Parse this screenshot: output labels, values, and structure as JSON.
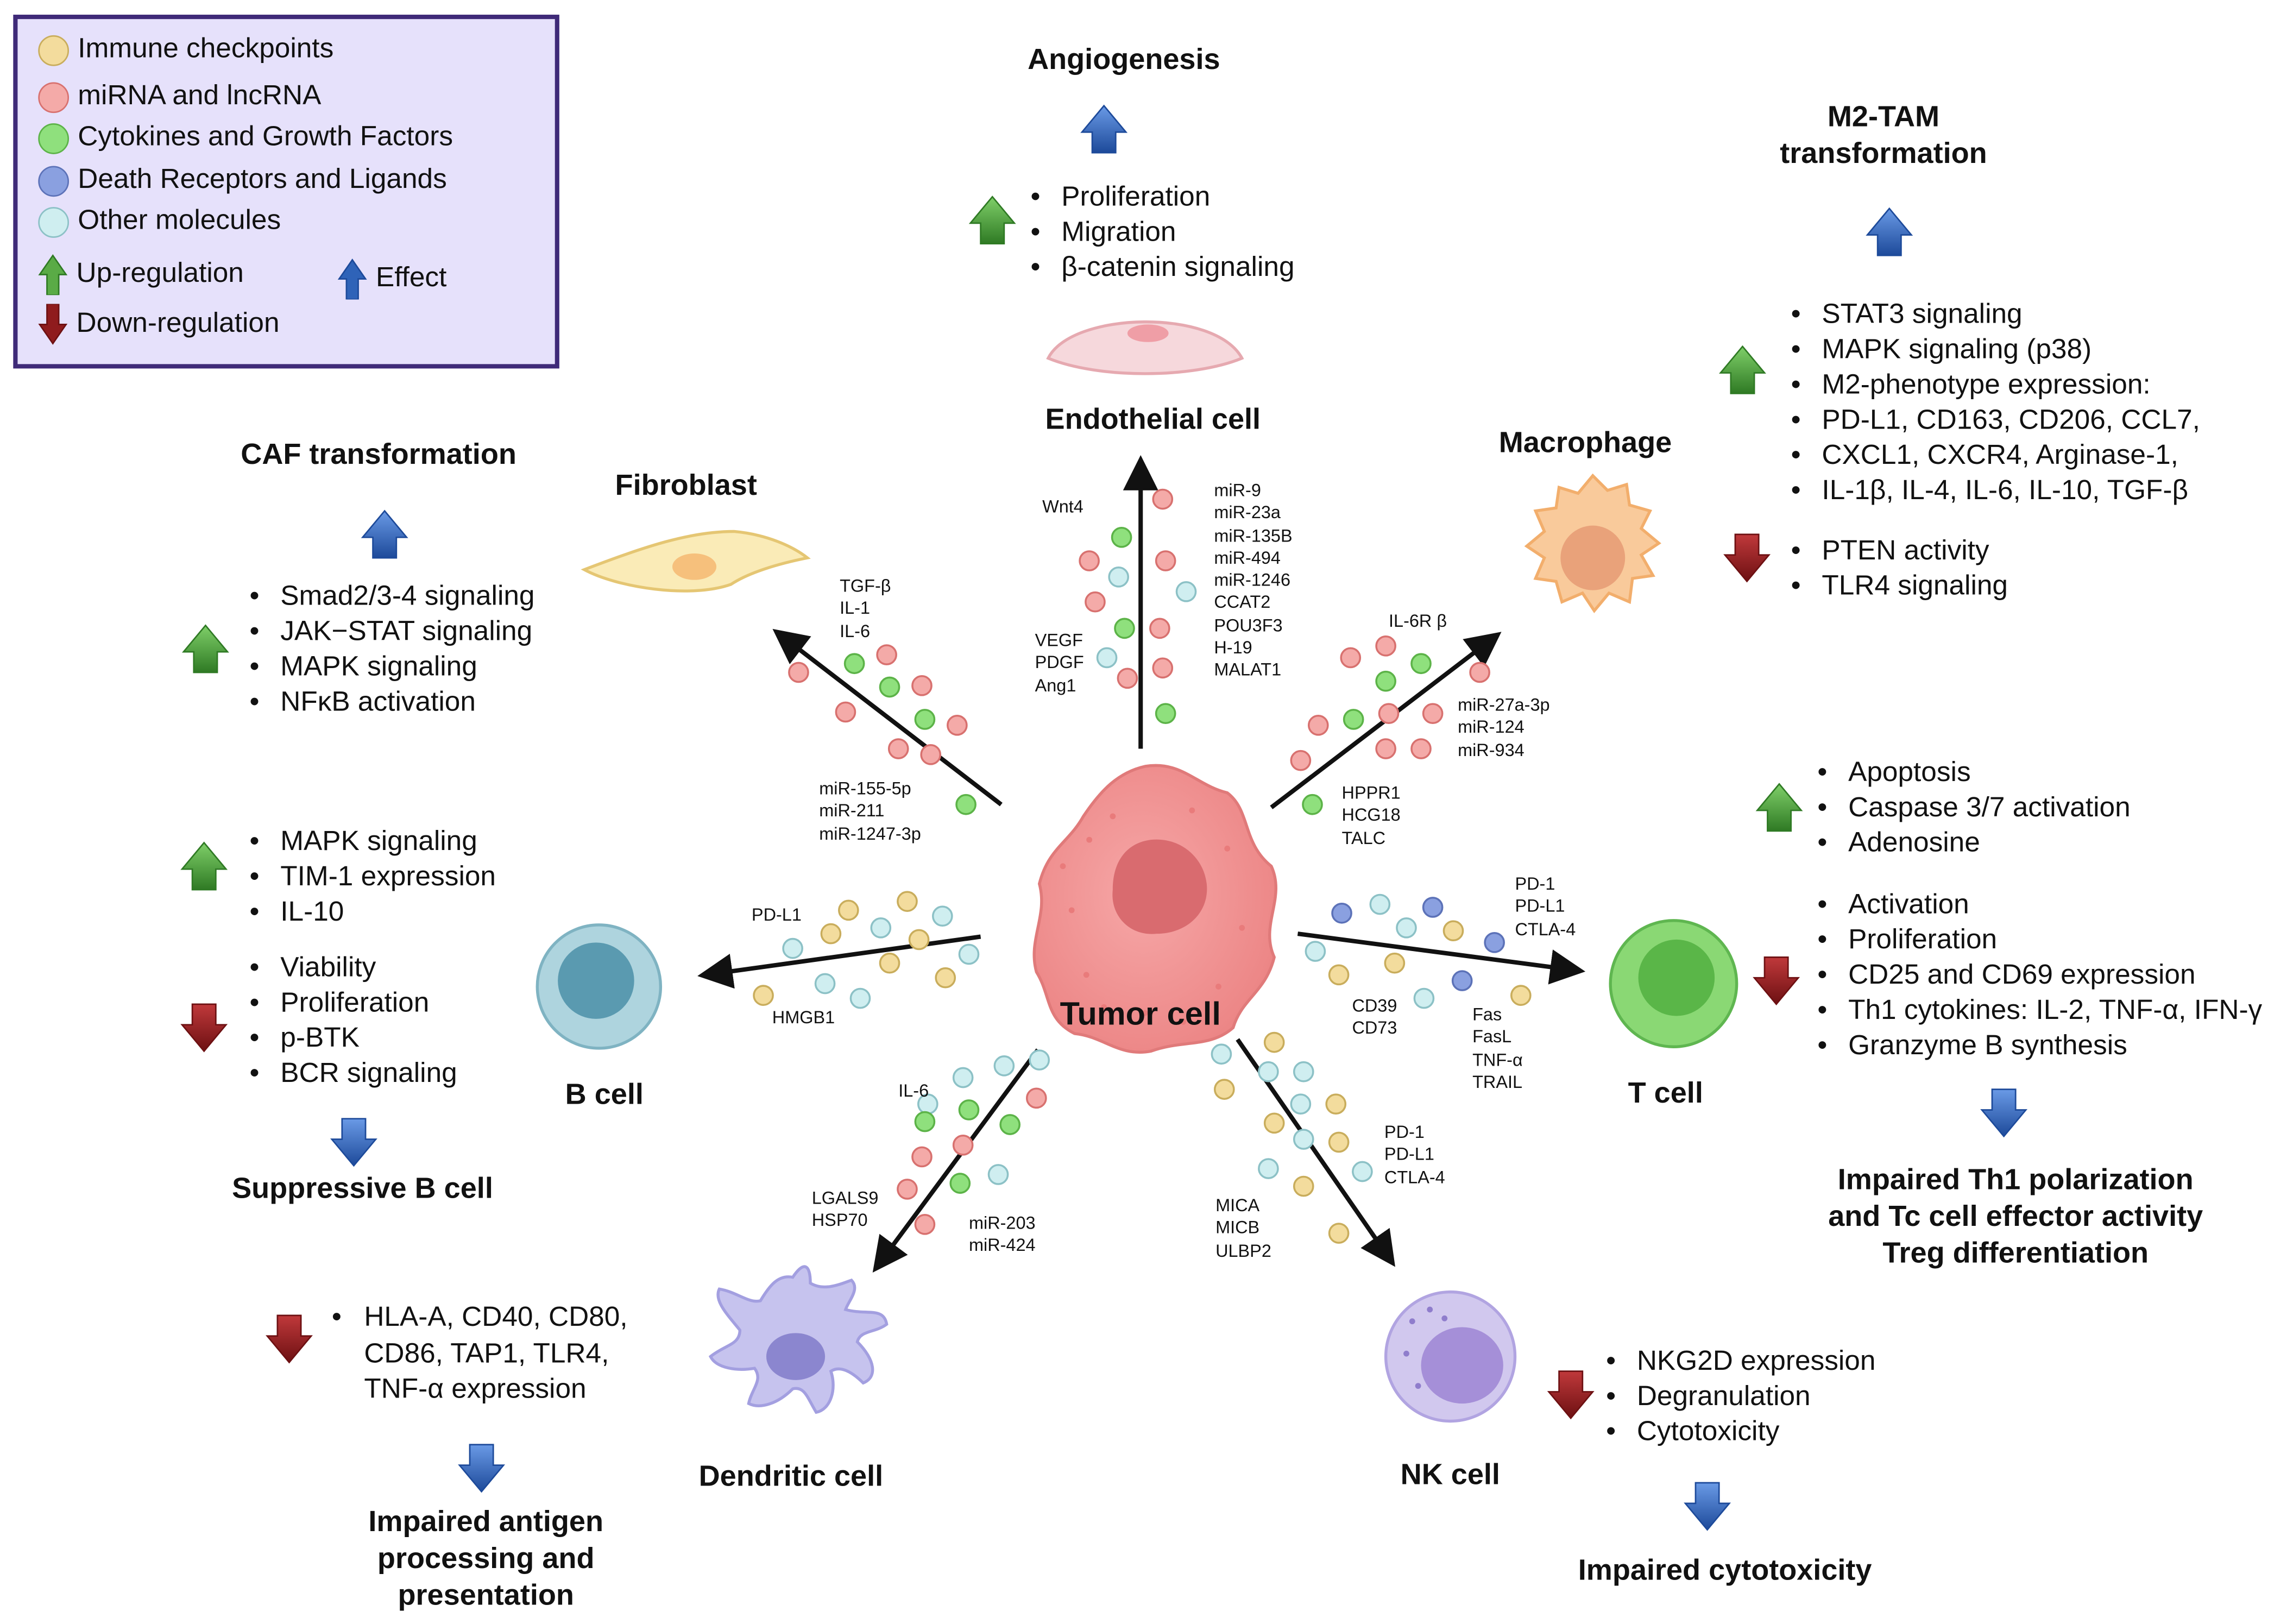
{
  "colors": {
    "immune_checkpoints": "#f3dc9d",
    "mirna_lncrna": "#f4aaa8",
    "cytokines": "#8fe07d",
    "death_receptors": "#8aa0e0",
    "other": "#cfeef0",
    "up_arrow": "#5aab46",
    "down_arrow": "#8f1b1d",
    "effect_arrow": "#2f63b8",
    "tumor": "#f19595",
    "tumor_nucleus": "#d96b6f",
    "legend_bg": "#e6e1fb",
    "legend_border": "#3f2a78"
  },
  "legend": {
    "immune_checkpoints": "Immune checkpoints",
    "mirna_lncrna": "miRNA and lncRNA",
    "cytokines": "Cytokines and Growth Factors",
    "death_receptors": "Death Receptors and Ligands",
    "other": "Other molecules",
    "up_regulation": "Up-regulation",
    "effect": "Effect",
    "down_regulation": "Down-regulation"
  },
  "tumor": {
    "label": "Tumor cell"
  },
  "endothelial": {
    "title": "Angiogenesis",
    "cell_label": "Endothelial cell",
    "up_effects": [
      "Proliferation",
      "Migration",
      "β-catenin signaling"
    ],
    "mol_left_top": [
      "Wnt4"
    ],
    "mol_left_bottom": [
      "VEGF",
      "PDGF",
      "Ang1"
    ],
    "mol_right": [
      "miR-9",
      "miR-23a",
      "miR-135B",
      "miR-494",
      "miR-1246",
      "CCAT2",
      "POU3F3",
      "H-19",
      "MALAT1"
    ]
  },
  "macrophage": {
    "title_line1": "M2-TAM",
    "title_line2": "transformation",
    "cell_label": "Macrophage",
    "up_effects": [
      "STAT3 signaling",
      "MAPK signaling (p38)",
      "M2-phenotype expression:"
    ],
    "up_marker_lines": [
      "PD-L1, CD163, CD206, CCL7,",
      "CXCL1, CXCR4, Arginase-1,",
      "IL-1β, IL-4, IL-6, IL-10, TGF-β"
    ],
    "down_effects": [
      "PTEN activity",
      "TLR4 signaling"
    ],
    "mol_top": [
      "IL-6R β"
    ],
    "mol_right": [
      "miR-27a-3p",
      "miR-124",
      "miR-934"
    ],
    "mol_bottom": [
      "HPPR1",
      "HCG18",
      "TALC"
    ]
  },
  "fibroblast": {
    "title": "CAF transformation",
    "cell_label": "Fibroblast",
    "up_effects": [
      "Smad2/3-4 signaling",
      "JAK−STAT signaling",
      "MAPK signaling",
      "NFκB activation"
    ],
    "mol_top": [
      "TGF-β",
      "IL-1",
      "IL-6"
    ],
    "mol_bottom": [
      "miR-155-5p",
      "miR-211",
      "miR-1247-3p"
    ]
  },
  "bcell": {
    "cell_label": "B cell",
    "up_effects": [
      "MAPK signaling",
      "TIM-1 expression",
      "IL-10"
    ],
    "down_effects": [
      "Viability",
      "Proliferation",
      "p-BTK",
      "BCR signaling"
    ],
    "outcome": "Suppressive B cell",
    "mol_top": [
      "PD-L1"
    ],
    "mol_bottom": [
      "HMGB1"
    ]
  },
  "tcell": {
    "cell_label": "T cell",
    "up_effects": [
      "Apoptosis",
      "Caspase 3/7 activation",
      "Adenosine"
    ],
    "down_effects": [
      "Activation",
      "Proliferation",
      "CD25 and CD69 expression",
      "Th1 cytokines: IL-2, TNF-α, IFN-γ",
      "Granzyme B synthesis"
    ],
    "outcome_lines": [
      "Impaired Th1 polarization",
      "and Tc cell effector activity",
      "Treg differentiation"
    ],
    "mol_top": [
      "PD-1",
      "PD-L1",
      "CTLA-4"
    ],
    "mol_bottom_left": [
      "CD39",
      "CD73"
    ],
    "mol_bottom_right": [
      "Fas",
      "FasL",
      "TNF-α",
      "TRAIL"
    ]
  },
  "dendritic": {
    "cell_label": "Dendritic cell",
    "down_effect_lines": [
      "HLA-A, CD40, CD80,",
      "CD86, TAP1, TLR4,",
      "TNF-α expression"
    ],
    "outcome_lines": [
      "Impaired antigen",
      "processing and",
      "presentation"
    ],
    "mol_top": [
      "IL-6"
    ],
    "mol_left": [
      "LGALS9",
      "HSP70"
    ],
    "mol_right": [
      "miR-203",
      "miR-424"
    ]
  },
  "nk": {
    "cell_label": "NK cell",
    "down_effects": [
      "NKG2D expression",
      "Degranulation",
      "Cytotoxicity"
    ],
    "outcome": "Impaired cytotoxicity",
    "mol_right": [
      "PD-1",
      "PD-L1",
      "CTLA-4"
    ],
    "mol_left": [
      "MICA",
      "MICB",
      "ULBP2"
    ]
  }
}
